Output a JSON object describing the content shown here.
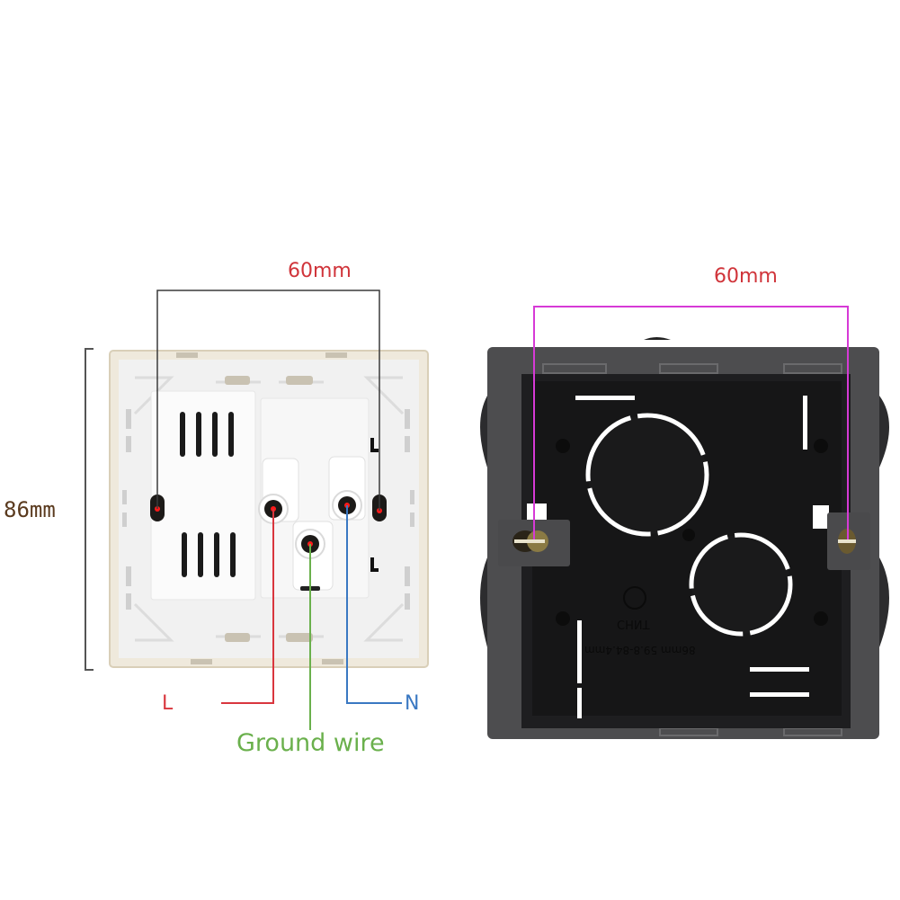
{
  "left_panel": {
    "subject": "wall socket back",
    "width_label": "60mm",
    "height_label": "86mm",
    "wires": {
      "live": {
        "label": "L",
        "color": "#d9363e"
      },
      "ground": {
        "label": "Ground wire",
        "color": "#6ab04c"
      },
      "neutral": {
        "label": "N",
        "color": "#3a78c2"
      }
    },
    "terminal_marks": [
      "L",
      "L"
    ],
    "dimension_line_color": "#333333",
    "height_label_color": "#5a3a1e",
    "width_label_color": "#d0343a"
  },
  "right_panel": {
    "subject": "mounting box",
    "width_label": "60mm",
    "width_label_color": "#d0343a",
    "dimension_line_color": "#d63ad6",
    "embossed_text": [
      "CHNT",
      "86mm 59.8-84.4mm"
    ]
  }
}
